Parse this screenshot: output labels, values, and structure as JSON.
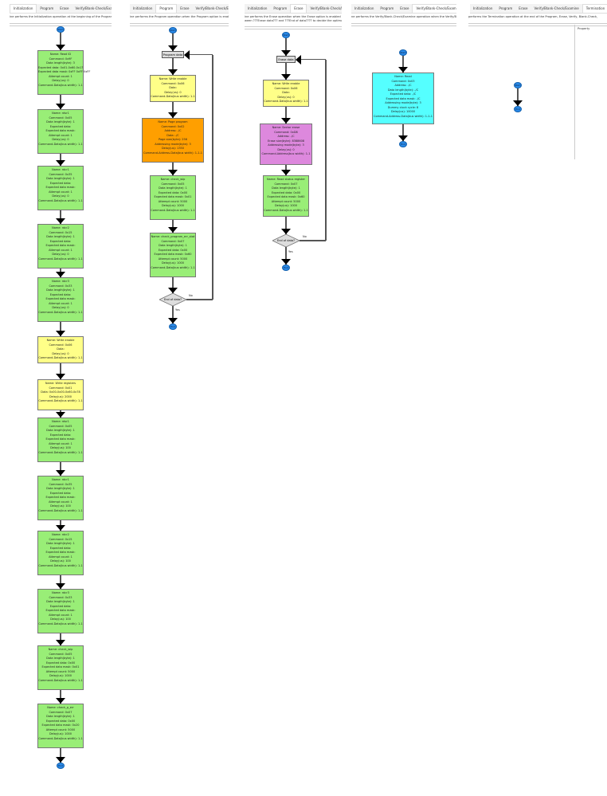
{
  "tabs": [
    "Initialization",
    "Program",
    "Erase",
    "Verify/Blank-Check/Examine",
    "Termination"
  ],
  "panels": {
    "initialization": {
      "active_tab": "Initialization",
      "description": "ine performs the Initialization operation at the beginning of the Program",
      "start": "Start",
      "end": "End",
      "nodes": [
        {
          "color": "green",
          "lines": [
            "Name: Read ID",
            "Command: 0x9F",
            "Data length(byte): 3",
            "Expected data: 0x01-0x60-0x17",
            "Expected data mask: 0xFF 0xFF 0xFF",
            "Attempt count: 1",
            "Delay(us): 0",
            "Command-Data(bus width): 1-1"
          ]
        },
        {
          "color": "green",
          "lines": [
            "Name: rdsr1",
            "Command: 0x05",
            "Data length(byte): 1",
            "Expected data:",
            "Expected data mask:",
            "Attempt count: 1",
            "Delay(us): 0",
            "Command-Data(bus width): 1-1"
          ]
        },
        {
          "color": "green",
          "lines": [
            "Name: rdcr1",
            "Command: 0x35",
            "Data length(byte): 1",
            "Expected data:",
            "Expected data mask:",
            "Attempt count: 1",
            "Delay(us): 0",
            "Command-Data(bus width): 1-1"
          ]
        },
        {
          "color": "green",
          "lines": [
            "Name: rdcr2",
            "Command: 0x15",
            "Data length(byte): 1",
            "Expected data:",
            "Expected data mask:",
            "Attempt count: 1",
            "Delay(us): 0",
            "Command-Data(bus width): 1-1"
          ]
        },
        {
          "color": "green",
          "lines": [
            "Name: rdcr3",
            "Command: 0x33",
            "Data length(byte): 1",
            "Expected data:",
            "Expected data mask:",
            "Attempt count: 1",
            "Delay(us): 0",
            "Command-Data(bus width): 1-1"
          ]
        },
        {
          "color": "yellow",
          "lines": [
            "Name: Write enable",
            "Command: 0x06",
            "Data:",
            "Delay(us): 0",
            "Command-Data(bus width): 1-1"
          ]
        },
        {
          "color": "yellow",
          "lines": [
            "Name: Write registers",
            "Command: 0x01",
            "Data: 0x00-0x00-0x60-0x78",
            "Delay(us): 2000",
            "Command-Data(bus width): 1-1"
          ]
        },
        {
          "color": "green",
          "lines": [
            "Name: rdsr1",
            "Command: 0x05",
            "Data length(byte): 1",
            "Expected data:",
            "Expected data mask:",
            "Attempt count: 1",
            "Delay(us): 100",
            "Command-Data(bus width): 1-1"
          ]
        },
        {
          "color": "green",
          "lines": [
            "Name: rdcr1",
            "Command: 0x35",
            "Data length(byte): 1",
            "Expected data:",
            "Expected data mask:",
            "Attempt count: 1",
            "Delay(us): 100",
            "Command-Data(bus width): 1-1"
          ]
        },
        {
          "color": "green",
          "lines": [
            "Name: rdcr2",
            "Command: 0x15",
            "Data length(byte): 1",
            "Expected data:",
            "Expected data mask:",
            "Attempt count: 1",
            "Delay(us): 100",
            "Command-Data(bus width): 1-1"
          ]
        },
        {
          "color": "green",
          "lines": [
            "Name: rdcr3",
            "Command: 0x33",
            "Data length(byte): 1",
            "Expected data:",
            "Expected data mask:",
            "Attempt count: 1",
            "Delay(us): 100",
            "Command-Data(bus width): 1-1"
          ]
        },
        {
          "color": "green",
          "lines": [
            "Name: check_wip",
            "Command: 0x05",
            "Data length(byte): 1",
            "Expected data: 0x00",
            "Expected data mask: 0x01",
            "Attempt count: 5000",
            "Delay(us): 1000",
            "Command-Data(bus width): 1-1"
          ]
        },
        {
          "color": "green",
          "lines": [
            "Name: check_p_err",
            "Command: 0x07",
            "Data length(byte): 1",
            "Expected data: 0x00",
            "Expected data mask: 0x20",
            "Attempt count: 5000",
            "Delay(us): 1000",
            "Command-Data(bus width): 1-1"
          ]
        }
      ]
    },
    "program": {
      "active_tab": "Program",
      "description": "ine performs the Program operation when the Program option is enab",
      "start": "Start",
      "end": "End",
      "loop_label": "Program data",
      "decision": "End of data?",
      "yes": "Yes",
      "no": "No",
      "nodes": [
        {
          "color": "yellow",
          "lines": [
            "Name: Write enable",
            "Command: 0x06",
            "Data:",
            "Delay(us): 0",
            "Command-Data(bus width): 1-1"
          ]
        },
        {
          "color": "orange",
          "lines": [
            "Name: Page program",
            "Command: 0x02",
            "Address: -/C",
            "Data: -/C",
            "Page size(byte): 256",
            "Addressing mode(byte): 3",
            "Delay(us): 1350",
            "Command-Address-Data(bus width): 1-1-1"
          ]
        },
        {
          "color": "green",
          "lines": [
            "Name: check_wip",
            "Command: 0x05",
            "Data length(byte): 1",
            "Expected data: 0x00",
            "Expected data mask: 0x01",
            "Attempt count: 5000",
            "Delay(us): 1000",
            "Command-Data(bus width): 1-1"
          ]
        },
        {
          "color": "green",
          "lines": [
            "Name: check_program_err_stat",
            "Command: 0x07",
            "Data length(byte): 1",
            "Expected data: 0x00",
            "Expected data mask: 0x60",
            "Attempt count: 5000",
            "Delay(us): 1000",
            "Command-Data(bus width): 1-1"
          ]
        }
      ]
    },
    "erase": {
      "active_tab": "Erase",
      "description": "ine performs the Erase operation when the Erase option is enabled in th",
      "description2": "ween ???Erase data??? and ???End of data???? to decide the optimal w",
      "start": "Start",
      "end": "End",
      "loop_label": "Erase data",
      "decision": "End of data?",
      "yes": "Yes",
      "no": "No",
      "nodes": [
        {
          "color": "yellow",
          "lines": [
            "Name: Write enable",
            "Command: 0x06",
            "Data:",
            "Delay(us): 0",
            "Command-Data(bus width): 1-1"
          ]
        },
        {
          "color": "violet",
          "lines": [
            "Name: Sector erase",
            "Command: 0xD8",
            "Address: -/C",
            "Erase size(byte): 8388608",
            "Addressing mode(byte): 3",
            "Delay(us): 0",
            "Command-Address(bus width): 1-1"
          ]
        },
        {
          "color": "green",
          "lines": [
            "Name: Read status register",
            "Command: 0x07",
            "Data length(byte): 1",
            "Expected data: 0x00",
            "Expected data mask: 0x60",
            "Attempt count: 5000",
            "Delay(us): 1000",
            "Command-Data(bus width): 1-1"
          ]
        }
      ]
    },
    "verify": {
      "active_tab": "Verify/Blank-Check/Examine",
      "description": "ne performs the Verify/Blank-Check/Examine operation when the Verify/Bl",
      "start": "Start",
      "end": "End",
      "nodes": [
        {
          "color": "cyan",
          "lines": [
            "Name: Read",
            "Command: 0x03",
            "Address: -/C",
            "Data length(byte): -/C",
            "Expected data: -/C",
            "Expected data mask: -/C",
            "Addressing mode(byte): 3",
            "Dummy clock cycle: 8",
            "Delay(us): 10000",
            "Command-Address-Data(bus width): 1-1-1"
          ]
        }
      ]
    },
    "termination": {
      "active_tab": "Termination",
      "description": "performs the Termination operation at the end of the Program, Erase, Verify, Blank-Check,",
      "property_label": "Property",
      "start": "Start",
      "end": "End"
    }
  }
}
